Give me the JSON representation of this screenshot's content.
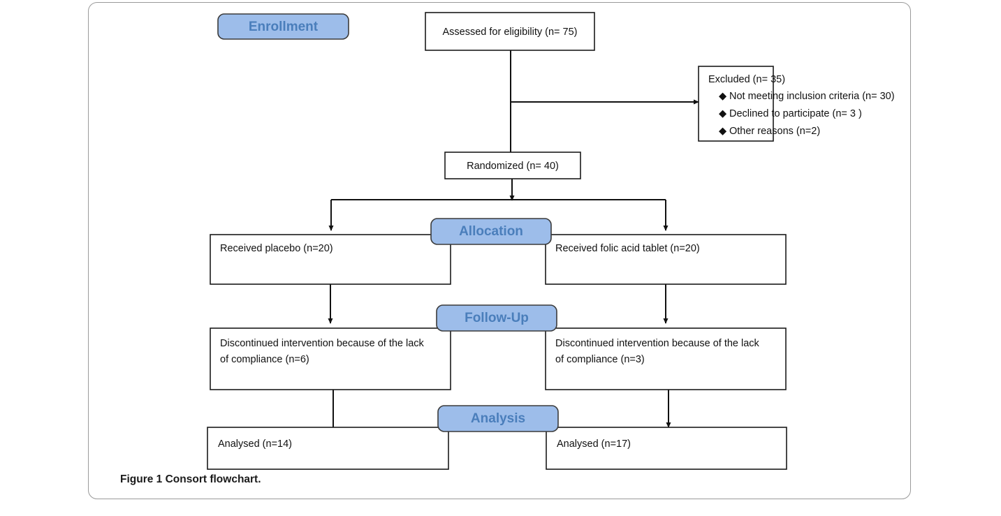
{
  "figure": {
    "caption_label": "Figure 1",
    "caption_title": "Consort flowchart."
  },
  "colors": {
    "badge_fill": "#9dbdea",
    "badge_text": "#4a7ebb",
    "badge_border": "#3b3b3b",
    "box_border": "#1a1a1a",
    "connector": "#111111",
    "card_border": "#9a9a9a"
  },
  "stages": [
    {
      "id": "enrollment",
      "label": "Enrollment"
    },
    {
      "id": "allocation",
      "label": "Allocation"
    },
    {
      "id": "followup",
      "label": "Follow-Up"
    },
    {
      "id": "analysis",
      "label": "Analysis"
    }
  ],
  "nodes": {
    "assessed": {
      "text": "Assessed for eligibility (n= 75)"
    },
    "excluded": {
      "title": "Excluded (n= 35)",
      "bullets": [
        "Not meeting inclusion criteria (n= 30)",
        "Declined to participate (n= 3 )",
        "Other reasons (n=2)"
      ]
    },
    "randomized": {
      "text": "Randomized (n= 40)"
    },
    "alloc_left": {
      "text": "Received placebo (n=20)"
    },
    "alloc_right": {
      "text": "Received folic acid tablet (n=20)"
    },
    "follow_left": {
      "line1": "Discontinued intervention because of the lack",
      "line2": "of compliance (n=6)"
    },
    "follow_right": {
      "line1": "Discontinued intervention because of the lack",
      "line2": "of compliance (n=3)"
    },
    "analysis_left": {
      "text": "Analysed (n=14)"
    },
    "analysis_right": {
      "text": "Analysed (n=17)"
    }
  },
  "chart_data": {
    "type": "diagram",
    "title": "Consort flowchart",
    "diagram_kind": "CONSORT participant flow",
    "stages": [
      "Enrollment",
      "Allocation",
      "Follow-Up",
      "Analysis"
    ],
    "flow": [
      {
        "stage": "Enrollment",
        "node": "Assessed for eligibility",
        "n": 75
      },
      {
        "stage": "Enrollment",
        "node": "Excluded",
        "n": 35,
        "reasons": [
          {
            "label": "Not meeting inclusion criteria",
            "n": 30
          },
          {
            "label": "Declined to participate",
            "n": 3
          },
          {
            "label": "Other reasons",
            "n": 2
          }
        ]
      },
      {
        "stage": "Enrollment",
        "node": "Randomized",
        "n": 40
      },
      {
        "stage": "Allocation",
        "arm": "placebo",
        "node": "Received placebo",
        "n": 20
      },
      {
        "stage": "Allocation",
        "arm": "folic acid",
        "node": "Received folic acid tablet",
        "n": 20
      },
      {
        "stage": "Follow-Up",
        "arm": "placebo",
        "node": "Discontinued intervention because of the lack of compliance",
        "n": 6
      },
      {
        "stage": "Follow-Up",
        "arm": "folic acid",
        "node": "Discontinued intervention because of the lack of compliance",
        "n": 3
      },
      {
        "stage": "Analysis",
        "arm": "placebo",
        "node": "Analysed",
        "n": 14
      },
      {
        "stage": "Analysis",
        "arm": "folic acid",
        "node": "Analysed",
        "n": 17
      }
    ]
  }
}
